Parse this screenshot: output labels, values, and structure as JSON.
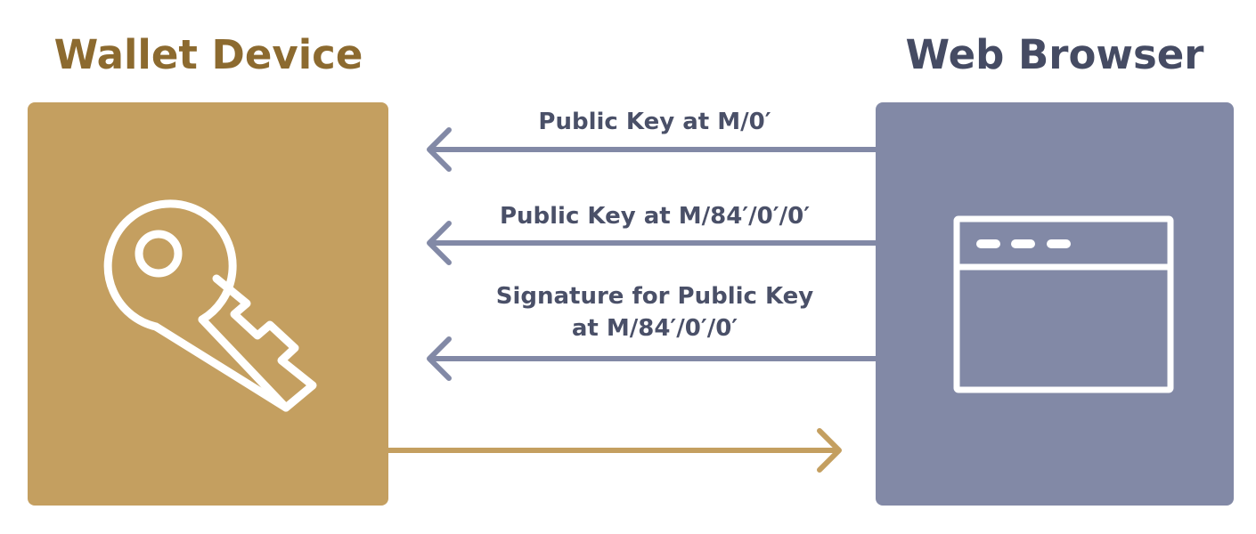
{
  "wallet": {
    "title": "Wallet Device",
    "color": "#c49f60",
    "title_color": "#8c6a2f",
    "icon": "key-icon"
  },
  "browser": {
    "title": "Web Browser",
    "color": "#8289a6",
    "title_color": "#454b63",
    "icon": "browser-window-icon"
  },
  "messages": {
    "m1": "Public Key at M/0′",
    "m2": "Public Key at M/84′/0′/0′",
    "m3_line1": "Signature for Public Key",
    "m3_line2": "at M/84′/0′/0′"
  },
  "arrows": [
    {
      "direction": "browser-to-wallet",
      "color": "#8289a6"
    },
    {
      "direction": "browser-to-wallet",
      "color": "#8289a6"
    },
    {
      "direction": "browser-to-wallet",
      "color": "#8289a6"
    },
    {
      "direction": "wallet-to-browser",
      "color": "#c49f60"
    }
  ],
  "text_color": "#4a5068"
}
